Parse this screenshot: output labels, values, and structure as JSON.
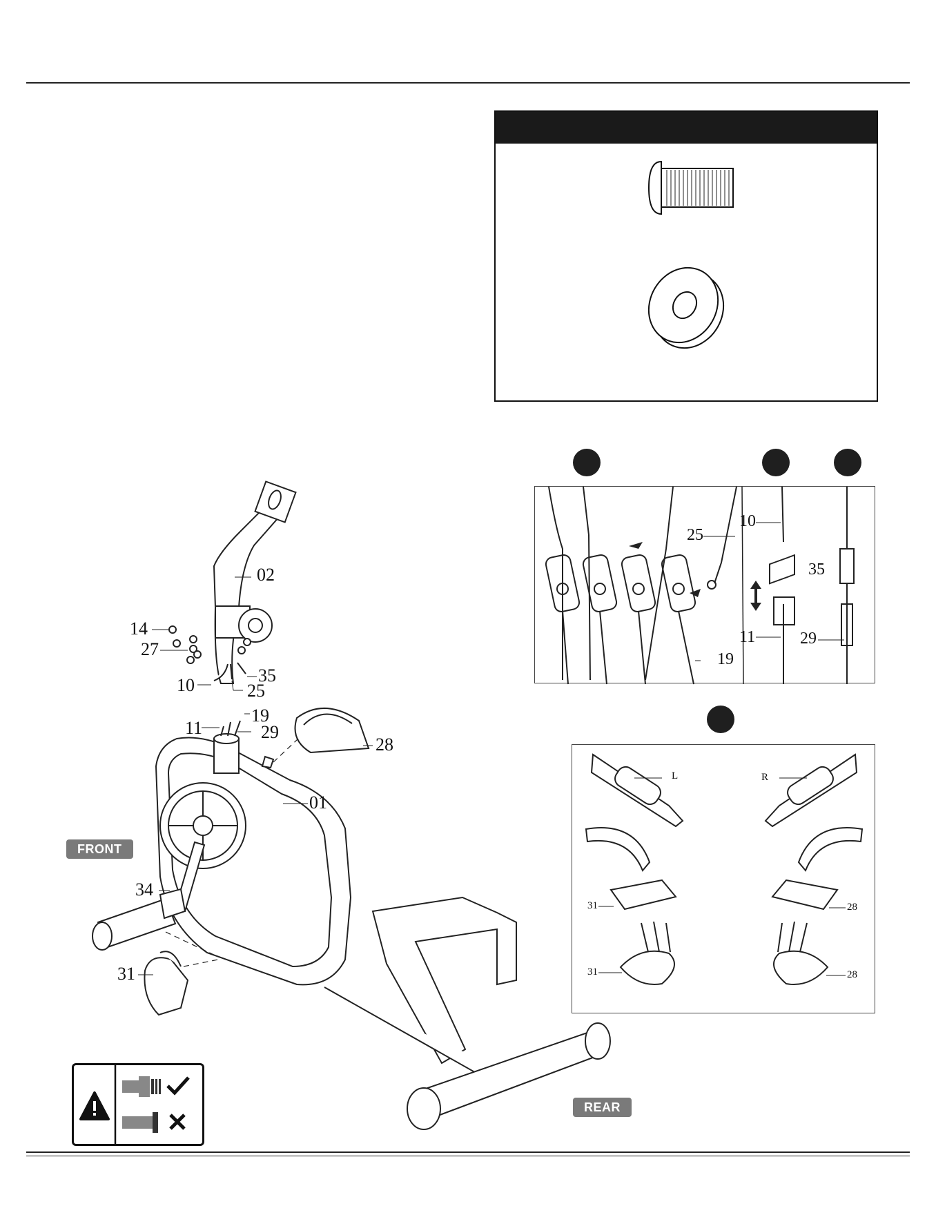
{
  "labels": {
    "front": "FRONT",
    "rear": "REAR"
  },
  "main_parts": {
    "p02": "02",
    "p14": "14",
    "p27": "27",
    "p35": "35",
    "p10": "10",
    "p25": "25",
    "p19": "19",
    "p11": "11",
    "p29": "29",
    "p28": "28",
    "p01": "01",
    "p34": "34",
    "p31": "31"
  },
  "cable_panel": {
    "p25": "25",
    "p10": "10",
    "p35": "35",
    "p11": "11",
    "p29": "29",
    "p19": "19"
  },
  "pedal_panel": {
    "left": "L",
    "right": "R",
    "p31a": "31",
    "p28a": "28",
    "p31b": "31",
    "p28b": "28"
  },
  "icons": [
    "bolt-icon",
    "washer-icon",
    "warning-icon",
    "check-icon",
    "cross-icon",
    "double-arrow-icon"
  ],
  "colors": {
    "tag": "#7a7a7a",
    "dark": "#1f1f1f"
  }
}
